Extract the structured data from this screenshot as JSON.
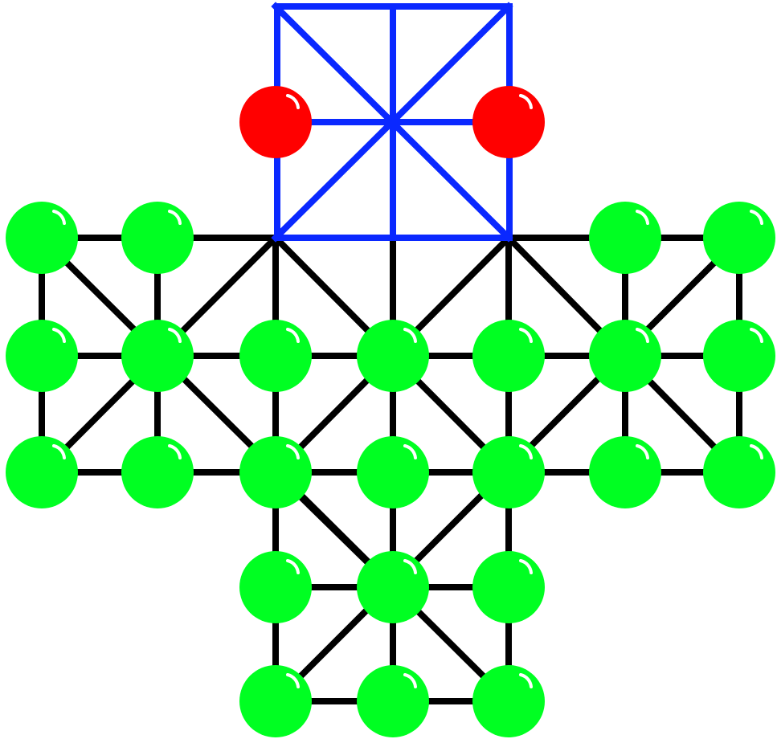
{
  "board": {
    "line_color": "#000000",
    "palace_color": "#0a28ff",
    "columns": 7,
    "rows": 7
  },
  "pieces": {
    "green_color": "#00ff22",
    "red_color": "#ff0000",
    "red": [
      [
        2,
        1
      ],
      [
        4,
        1
      ]
    ],
    "green": [
      [
        0,
        2
      ],
      [
        1,
        2
      ],
      [
        5,
        2
      ],
      [
        6,
        2
      ],
      [
        0,
        3
      ],
      [
        1,
        3
      ],
      [
        2,
        3
      ],
      [
        3,
        3
      ],
      [
        4,
        3
      ],
      [
        5,
        3
      ],
      [
        6,
        3
      ],
      [
        0,
        4
      ],
      [
        1,
        4
      ],
      [
        2,
        4
      ],
      [
        3,
        4
      ],
      [
        4,
        4
      ],
      [
        5,
        4
      ],
      [
        6,
        4
      ],
      [
        2,
        5
      ],
      [
        3,
        5
      ],
      [
        4,
        5
      ],
      [
        2,
        6
      ],
      [
        3,
        6
      ],
      [
        4,
        6
      ]
    ]
  }
}
